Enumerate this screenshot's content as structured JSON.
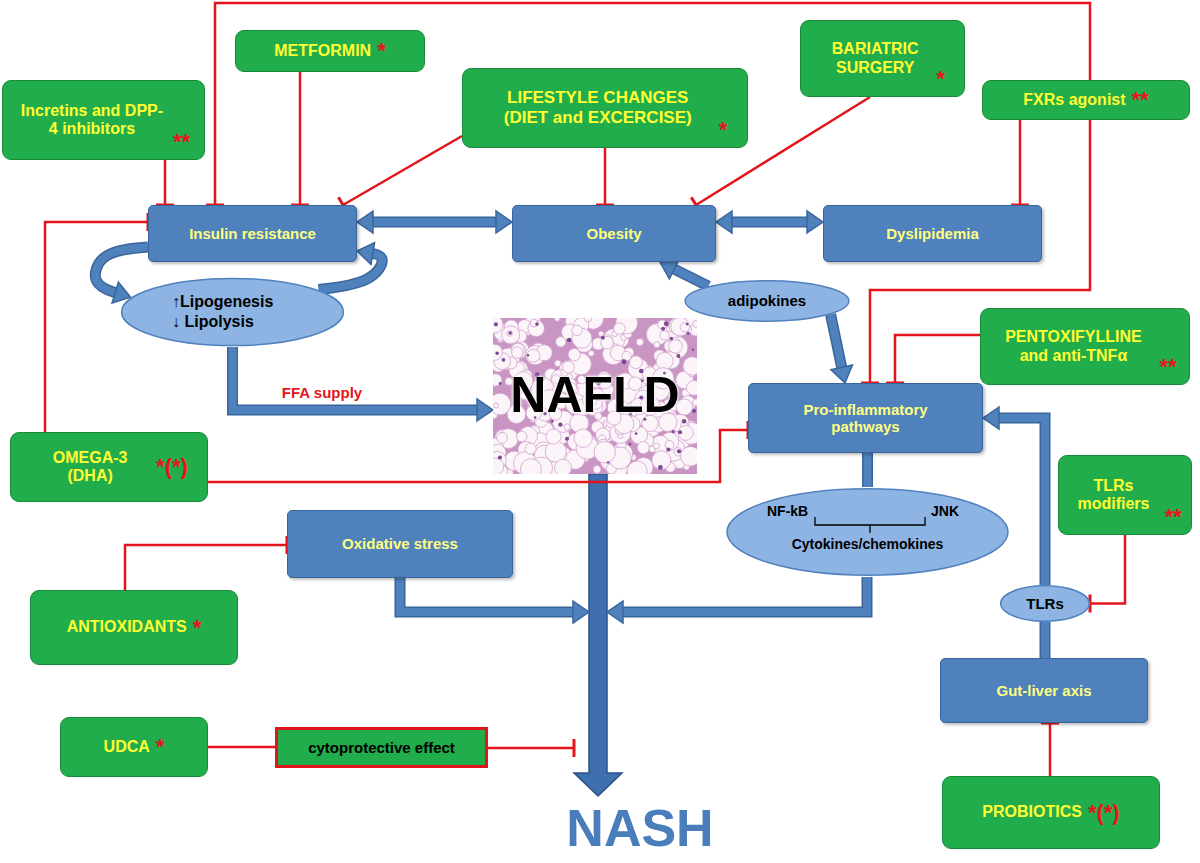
{
  "diagram": {
    "nodes": [
      {
        "text": [
          "Incretins and DPP-4 inhibitors",
          "**"
        ]
      },
      {
        "text": [
          "METFORMIN",
          "*"
        ]
      },
      {
        "text": [
          "LIFESTYLE CHANGES (DIET and EXCERCISE)",
          "*"
        ]
      },
      {
        "text": [
          "BARIATRIC SURGERY",
          "*"
        ]
      },
      {
        "text": [
          "FXRs agonist",
          "**"
        ]
      },
      {
        "text": [
          "Insulin resistance"
        ]
      },
      {
        "text": [
          "Obesity"
        ]
      },
      {
        "text": [
          "Dyslipidemia"
        ]
      },
      {
        "text": [
          "↑Lipogenesis",
          "↓ Lipolysis"
        ]
      },
      {
        "text": [
          "adipokines"
        ]
      },
      {
        "text": [
          "NAFLD"
        ]
      },
      {
        "text": [
          "PENTOXIFYLLINE and anti-TNFα",
          "**"
        ]
      },
      {
        "text": [
          "Pro-inflammatory pathways"
        ]
      },
      {
        "text": [
          "OMEGA-3 (DHA)",
          "*(*)"
        ]
      },
      {
        "text": [
          "NF-kB",
          "JNK",
          "Cytokines/chemokines"
        ]
      },
      {
        "text": [
          "Oxidative stress"
        ]
      },
      {
        "text": [
          "TLRs modifiers",
          "**"
        ]
      },
      {
        "text": [
          "TLRs"
        ]
      },
      {
        "text": [
          "ANTIOXIDANTS",
          "*"
        ]
      },
      {
        "text": [
          "Gut-liver axis"
        ]
      },
      {
        "text": [
          "UDCA",
          "*"
        ]
      },
      {
        "text": [
          "cytoprotective effect"
        ]
      },
      {
        "text": [
          "PROBIOTICS",
          "*(*)"
        ]
      }
    ],
    "edges": [
      {
        "from": 0,
        "to": 5,
        "arrow": "to"
      },
      {
        "from": 1,
        "to": 5,
        "arrow": "to"
      },
      {
        "from": 2,
        "to": 5,
        "arrow": "to"
      },
      {
        "from": 2,
        "to": 6,
        "arrow": "to"
      },
      {
        "from": 3,
        "to": 6,
        "arrow": "to"
      },
      {
        "from": 4,
        "to": 5,
        "arrow": "to"
      },
      {
        "from": 4,
        "to": 7,
        "arrow": "to"
      },
      {
        "from": 4,
        "to": 12,
        "arrow": "to"
      },
      {
        "from": 11,
        "to": 12,
        "arrow": "to"
      },
      {
        "from": 13,
        "to": 5,
        "arrow": "to"
      },
      {
        "from": 13,
        "to": 12,
        "arrow": "to"
      },
      {
        "from": 18,
        "to": 15,
        "arrow": "to"
      },
      {
        "from": 20,
        "to": 21,
        "arrow": "none"
      },
      {
        "from": 22,
        "to": 19,
        "arrow": "to"
      },
      {
        "from": 16,
        "to": 17,
        "arrow": "to"
      },
      {
        "from": 5,
        "to": 6,
        "arrow": "both"
      },
      {
        "from": 6,
        "to": 7,
        "arrow": "both"
      },
      {
        "from": 5,
        "to": 8,
        "arrow": "to"
      },
      {
        "from": 8,
        "to": 5,
        "arrow": "to"
      },
      {
        "from": 8,
        "to": 10,
        "arrow": "to",
        "label": "FFA supply"
      },
      {
        "from": 9,
        "to": 6,
        "arrow": "to"
      },
      {
        "from": 9,
        "to": 12,
        "arrow": "to"
      },
      {
        "from": 12,
        "to": 14,
        "arrow": "none"
      },
      {
        "from": 19,
        "to": 17,
        "arrow": "none"
      },
      {
        "from": 17,
        "to": 12,
        "arrow": "to"
      }
    ],
    "labels": [
      "NASH"
    ]
  }
}
